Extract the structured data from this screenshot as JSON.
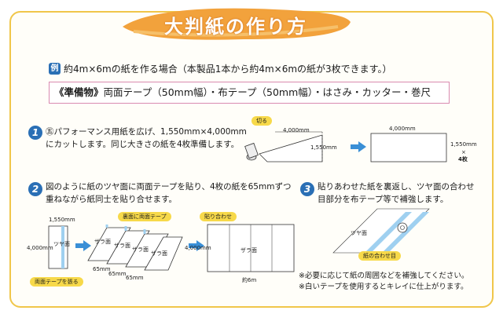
{
  "title": "大判紙の作り方",
  "example": {
    "badge": "例",
    "text": "約4m×6mの紙を作る場合（本製品1本から約4m×6mの紙が3枚できます。）"
  },
  "prep": {
    "heading": "《準備物》",
    "items": "両面テープ（50mm幅）・布テープ（50mm幅）・はさみ・カッター・巻尺"
  },
  "steps": [
    {
      "num": "1",
      "text_line1": "㊄パフォーマンス用紙を広げ、1,550mm×4,000mm",
      "text_line2": "にカットします。同じ大きさの紙を4枚準備します。"
    },
    {
      "num": "2",
      "text_line1": "図のように紙のツヤ面に両面テープを貼り、4枚の紙を65mmずつ",
      "text_line2": "重ねながら紙同士を貼り合せます。"
    },
    {
      "num": "3",
      "text_line1": "貼りあわせた紙を裏返し、ツヤ面の合わせ",
      "text_line2": "目部分を布テープ等で補強します。"
    }
  ],
  "step1_diagram": {
    "cut_tag": "切る",
    "len": "4,000mm",
    "width": "1,550mm",
    "result_len": "4,000mm",
    "result_width": "1,550mm",
    "times": "×",
    "count": "4枚"
  },
  "step2_diagram": {
    "width": "1,550mm",
    "height": "4,000mm",
    "gloss": "ツヤ面",
    "tape_tag": "両面テープを張る",
    "back_tape_tag": "裏面に両面テープ",
    "rough": "ザラ面",
    "overlap": "65mm",
    "joined_tag": "貼り合わせ",
    "joined_height": "4,000mm",
    "joined_rough": "ザラ面",
    "joined_len": "約6m"
  },
  "step3_diagram": {
    "gloss": "ツヤ面",
    "seam_tag": "紙の合わせ目"
  },
  "notes": [
    "※必要に応じて紙の周囲などを補強してください。",
    "※白いテープを使用するとキレイに仕上がります。"
  ],
  "colors": {
    "frame": "#f0c64a",
    "brush": "#f2a23c",
    "badge": "#2a6fb5",
    "tag": "#f7d94a",
    "prep_border": "#d98ab0"
  }
}
